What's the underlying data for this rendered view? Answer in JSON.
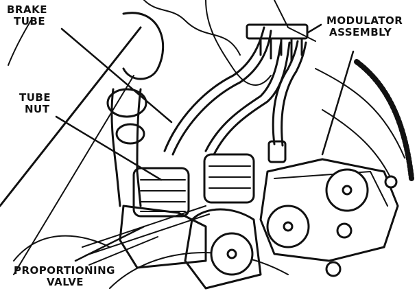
{
  "diagram": {
    "labels": {
      "brake_tube": [
        "BRAKE",
        "TUBE"
      ],
      "tube_nut": [
        "TUBE",
        "NUT"
      ],
      "modulator_assembly": [
        "MODULATOR",
        "ASSEMBLY"
      ],
      "proportioning_valve": [
        "PROPORTIONING",
        "VALVE"
      ]
    },
    "colors": {
      "ink": "#111111",
      "paper": "#ffffff"
    }
  }
}
